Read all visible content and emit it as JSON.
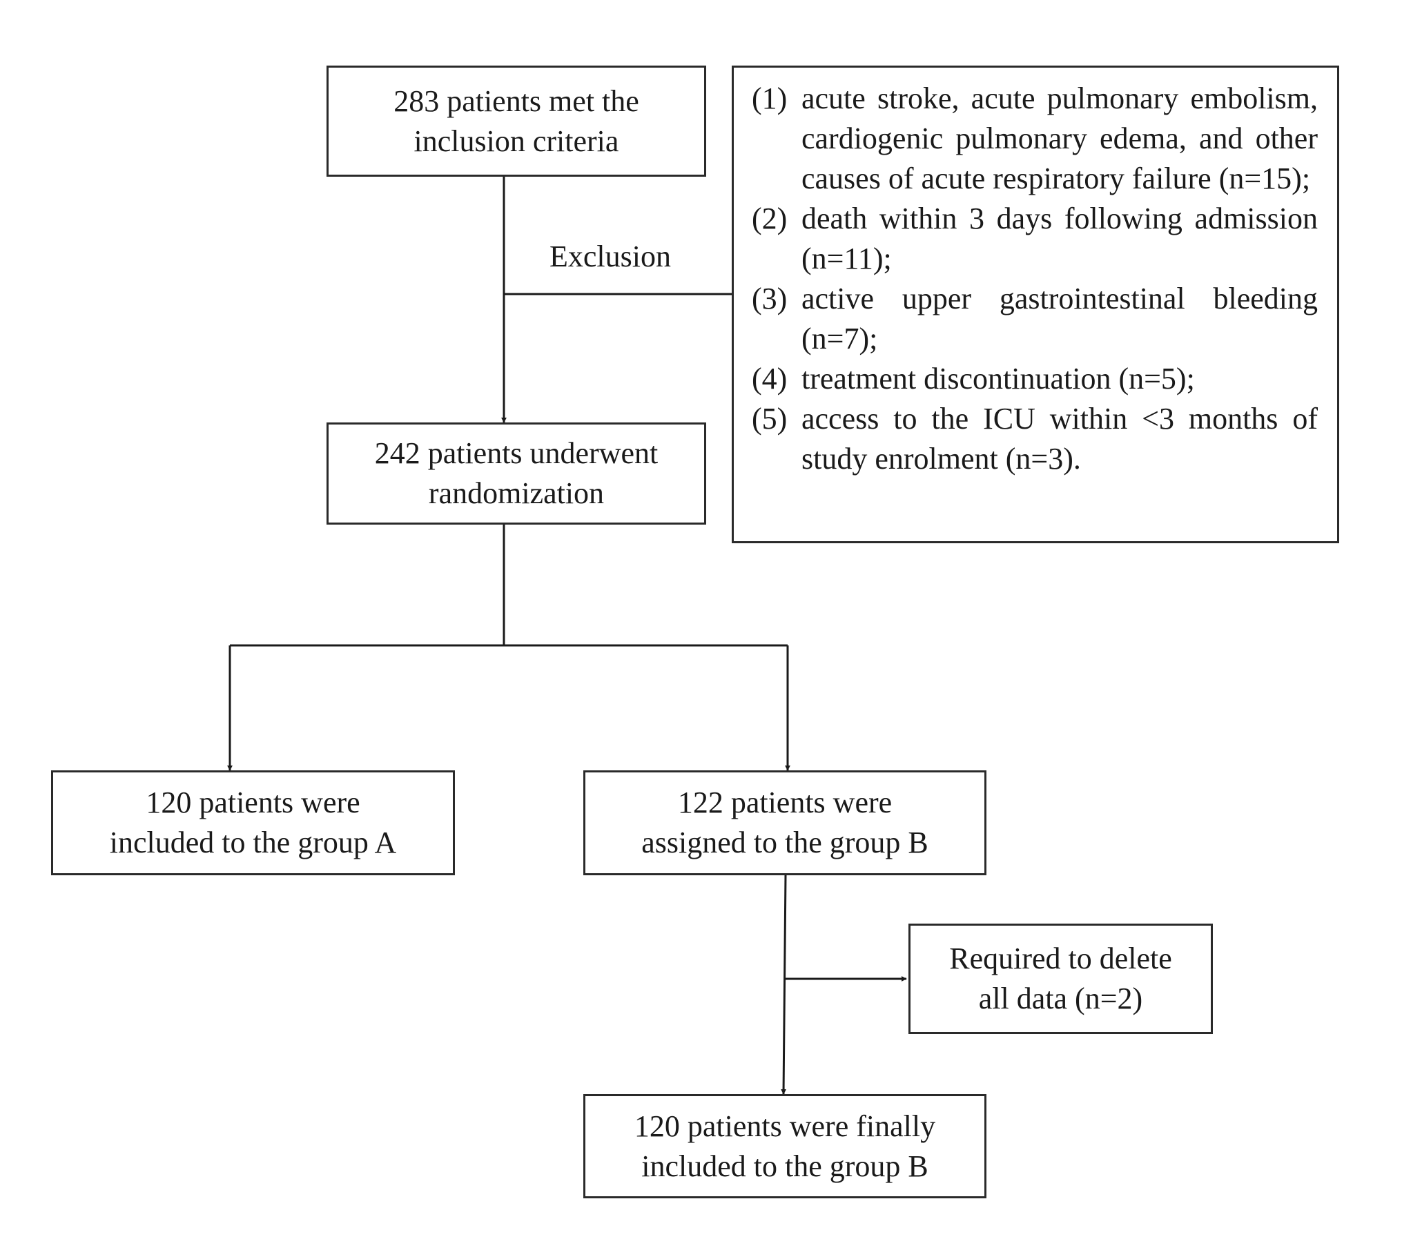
{
  "boxes": {
    "met_criteria": [
      "283 patients met the",
      "inclusion criteria"
    ],
    "randomization": [
      "242 patients underwent",
      "randomization"
    ],
    "group_a": [
      "120 patients were",
      "included to the  group A"
    ],
    "group_b": [
      "122 patients were",
      "assigned to the group B"
    ],
    "deleted": [
      "Required to delete",
      "all data (n=2)"
    ],
    "final_b": [
      "120 patients were finally",
      "included to the  group B"
    ]
  },
  "exclusion_label": "Exclusion",
  "exclusions": [
    {
      "num": "(1)",
      "text": "acute stroke, acute pulmonary embolism, cardiogenic pulmonary edema, and other causes of acute respiratory failure (n=15);"
    },
    {
      "num": "(2)",
      "text": "death within 3 days following admission (n=11);"
    },
    {
      "num": "(3)",
      "text": "active upper gastrointestinal bleeding (n=7);"
    },
    {
      "num": "(4)",
      "text": "treatment discontinuation (n=5);"
    },
    {
      "num": "(5)",
      "text": "access to the ICU within <3 months of study enrolment (n=3)."
    }
  ]
}
